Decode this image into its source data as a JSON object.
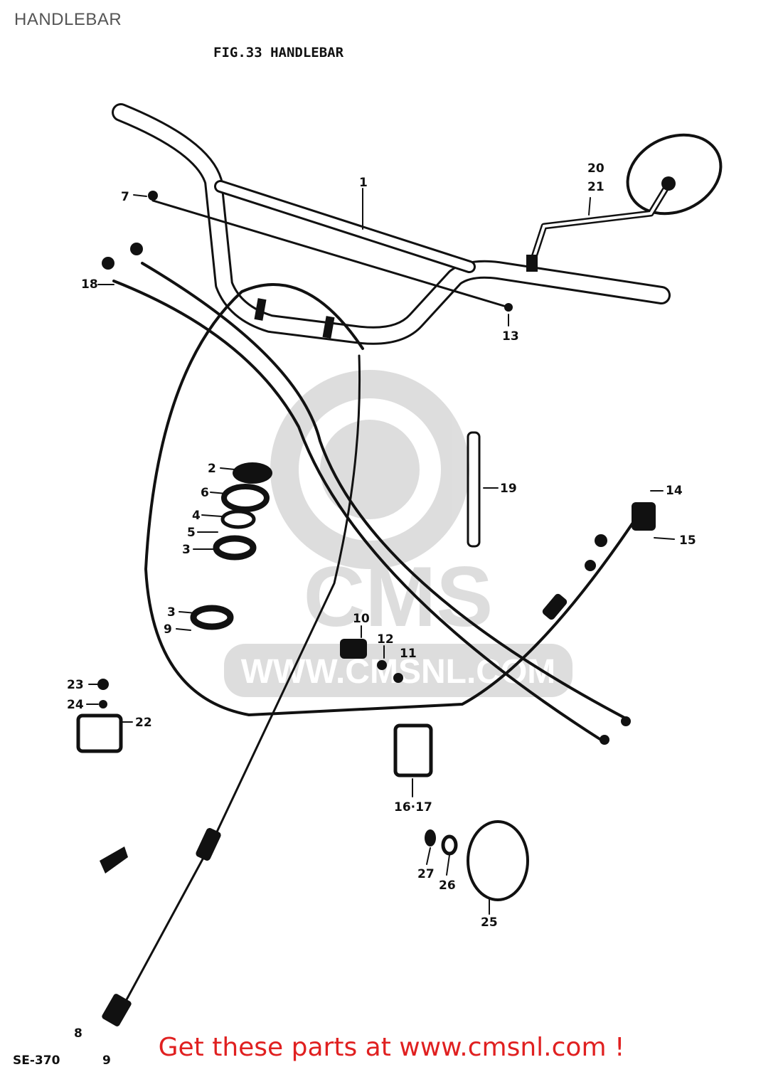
{
  "header": {
    "title": "HANDLEBAR"
  },
  "figure": {
    "title": "FIG.33 HANDLEBAR"
  },
  "watermark": {
    "text": "WWW.CMSNL.COM",
    "logo_text": "CMS"
  },
  "footer": {
    "cta": "Get these parts at www.cmsnl.com !",
    "corner_code": "SE-370"
  },
  "callouts": {
    "c1": "1",
    "c2": "2",
    "c3a": "3",
    "c3b": "3",
    "c4": "4",
    "c5": "5",
    "c6": "6",
    "c7": "7",
    "c8": "8",
    "c9a": "9",
    "c9b": "9",
    "c10": "10",
    "c11": "11",
    "c12": "12",
    "c13": "13",
    "c14": "14",
    "c15": "15",
    "c16_17": "16·17",
    "c18": "18",
    "c19": "19",
    "c20": "20",
    "c21": "21",
    "c22": "22",
    "c23": "23",
    "c24": "24",
    "c25": "25",
    "c26": "26",
    "c27": "27"
  }
}
